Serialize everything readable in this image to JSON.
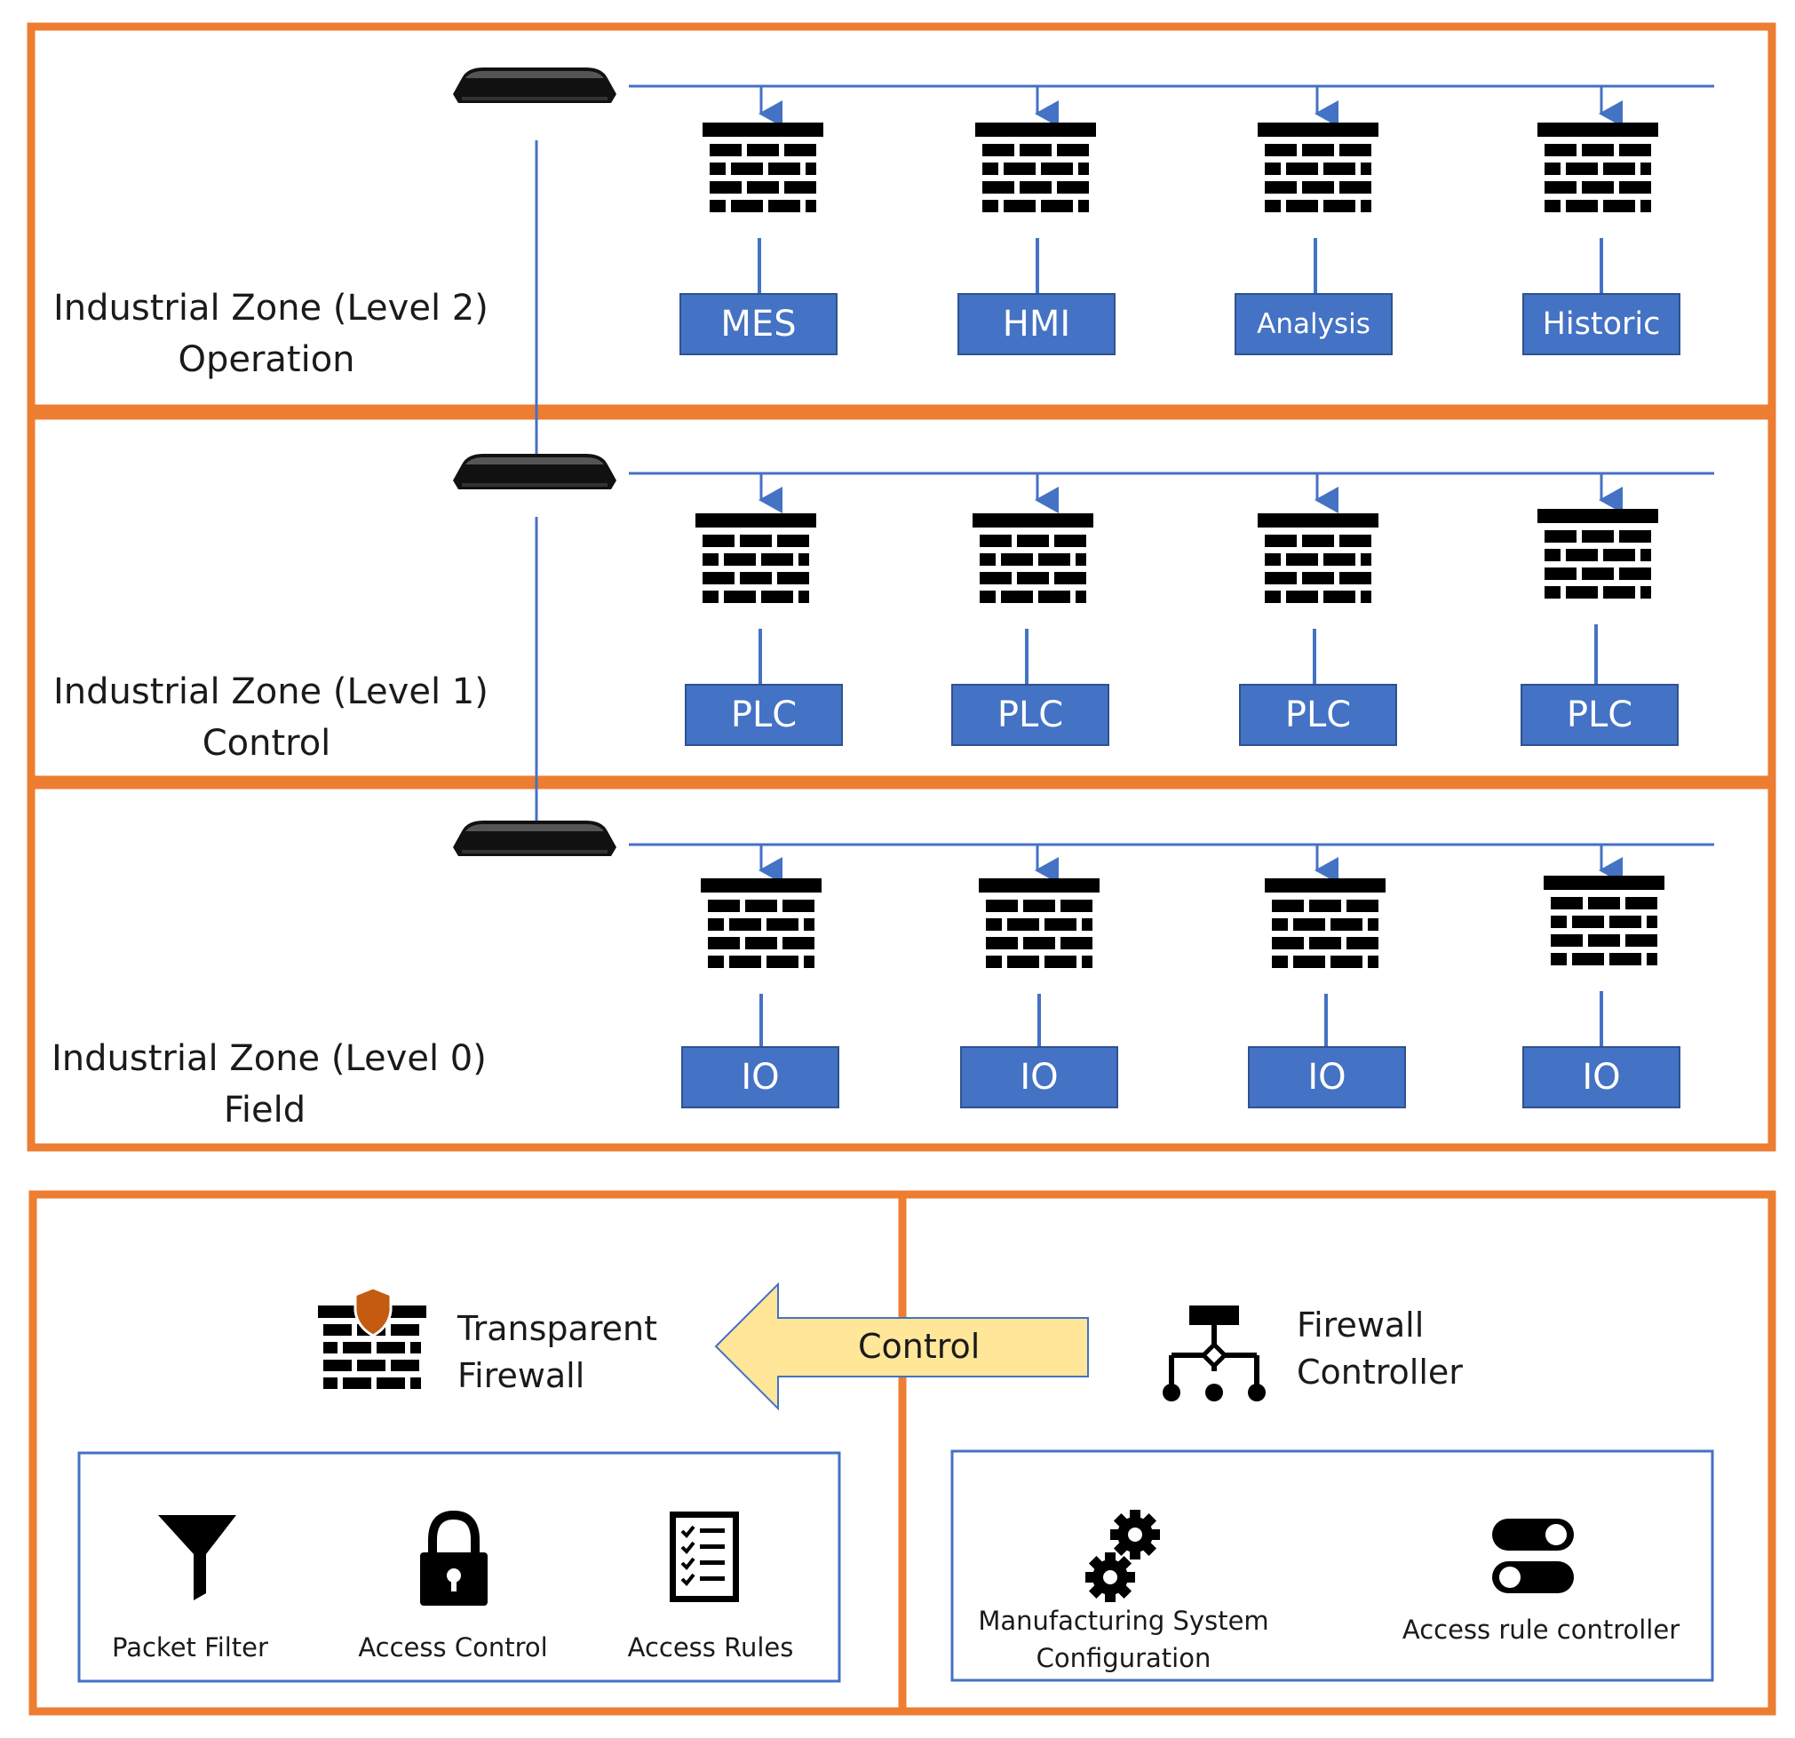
{
  "colors": {
    "zone_border": "#ed7d31",
    "node_fill": "#4472c4",
    "line": "#4472c4",
    "arrow_fill": "#ffe699",
    "shield": "#c55a11"
  },
  "zones": [
    {
      "title": "Industrial Zone (Level 2)",
      "subtitle": "Operation",
      "nodes": [
        "MES",
        "HMI",
        "Analysis",
        "Historic"
      ]
    },
    {
      "title": "Industrial Zone (Level 1)",
      "subtitle": "Control",
      "nodes": [
        "PLC",
        "PLC",
        "PLC",
        "PLC"
      ]
    },
    {
      "title": "Industrial Zone (Level 0)",
      "subtitle": "Field",
      "nodes": [
        "IO",
        "IO",
        "IO",
        "IO"
      ]
    }
  ],
  "transparent_firewall": {
    "title_line1": "Transparent",
    "title_line2": "Firewall",
    "icon": "shield-firewall-icon",
    "features": [
      {
        "label": "Packet Filter",
        "icon": "funnel-filter-icon"
      },
      {
        "label": "Access Control",
        "icon": "padlock-icon"
      },
      {
        "label": "Access Rules",
        "icon": "checklist-icon"
      }
    ]
  },
  "control_arrow": {
    "label": "Control"
  },
  "firewall_controller": {
    "title_line1": "Firewall",
    "title_line2": "Controller",
    "icon": "network-hierarchy-icon",
    "features": [
      {
        "label_line1": "Manufacturing System",
        "label_line2": "Configuration",
        "icon": "gears-icon"
      },
      {
        "label": "Access rule controller",
        "icon": "toggle-switches-icon"
      }
    ]
  }
}
